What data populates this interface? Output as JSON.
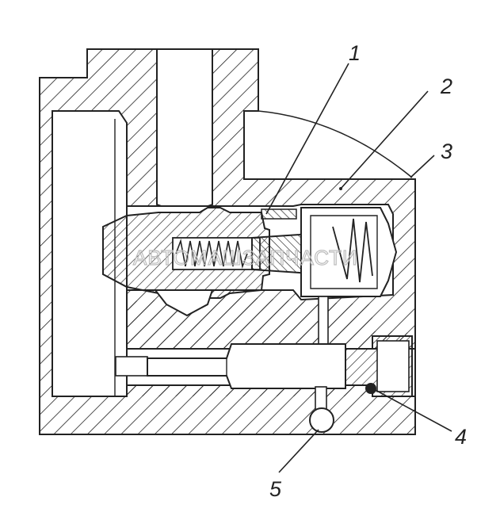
{
  "diagram": {
    "callouts": [
      {
        "id": "1",
        "label": "1"
      },
      {
        "id": "2",
        "label": "2"
      },
      {
        "id": "3",
        "label": "3"
      },
      {
        "id": "4",
        "label": "4"
      },
      {
        "id": "5",
        "label": "5"
      }
    ],
    "watermark": "АВТОМАШЗАПЧАСТИ",
    "colors": {
      "ink": "#222222",
      "paper": "#ffffff",
      "watermark": "#bdbdbd"
    }
  }
}
